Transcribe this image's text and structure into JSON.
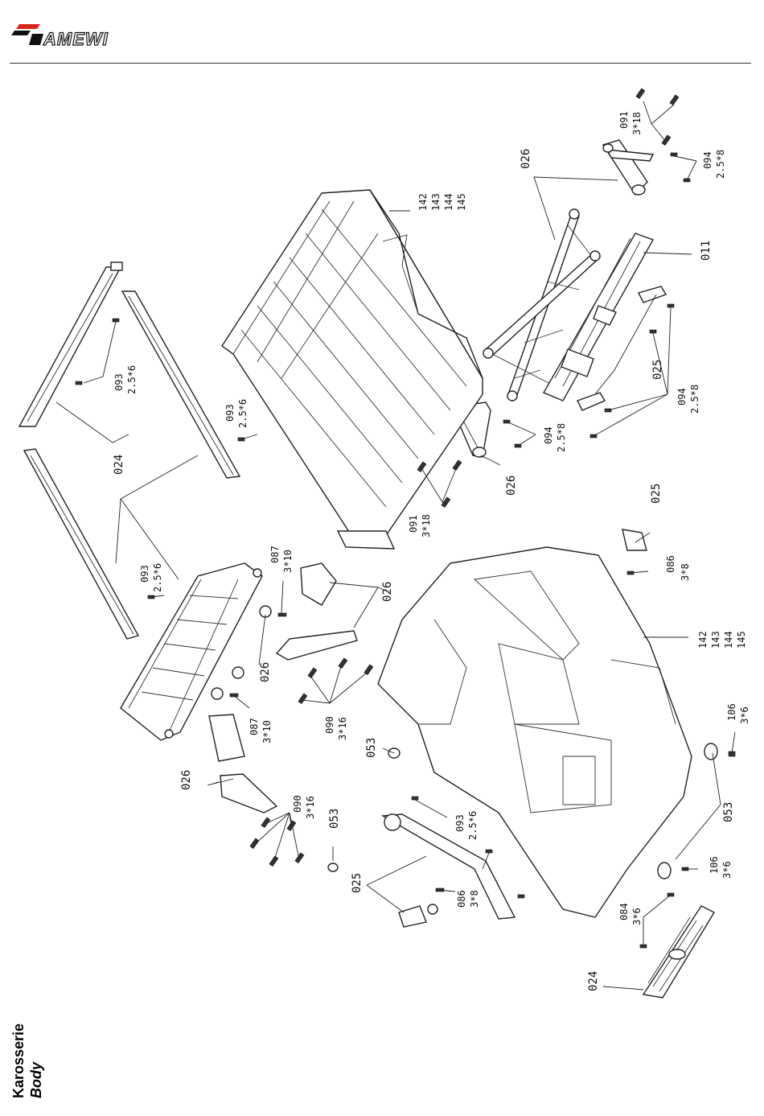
{
  "brand": {
    "logo_text": "AMEWI",
    "accent_color": "#d9261c"
  },
  "title": {
    "german": "Karosserie",
    "english": "Body"
  },
  "callouts": {
    "c011": "011",
    "c024_top": "024",
    "c024_bottom": "024",
    "c025_right": "025",
    "c025_mid": "025",
    "c025_left": "025",
    "c026_top": "026",
    "c026_mid": "026",
    "c026_center": "026",
    "c026_bracket": "026",
    "c026_left": "026",
    "c053_center": "053",
    "c053_left": "053",
    "c053_right": "053",
    "c084": "084",
    "c086_right": "086",
    "c086_left": "086",
    "c087_top": "087",
    "c087_bottom": "087",
    "c090_center": "090",
    "c090_left": "090",
    "c091_top": "091",
    "c091_mid": "091",
    "c093_a": "093",
    "c093_b": "093",
    "c093_c": "093",
    "c093_d": "093",
    "c094_top": "094",
    "c094_mid": "094",
    "c094_center": "094",
    "c106_a": "106",
    "c106_b": "106",
    "c142_top": "142",
    "c143_top": "143",
    "c144_top": "144",
    "c145_top": "145",
    "c142_cab": "142",
    "c143_cab": "143",
    "c144_cab": "144",
    "c145_cab": "145"
  },
  "sizes": {
    "s3x18_top": "3*18",
    "s25x8_top": "2.5*8",
    "s25x8_mid": "2.5*8",
    "s25x8_center": "2.5*8",
    "s25x6_a": "2.5*6",
    "s25x6_b": "2.5*6",
    "s25x6_c": "2.5*6",
    "s25x6_d": "2.5*6",
    "s3x18_mid": "3*18",
    "s3x10_top": "3*10",
    "s3x10_bottom": "3*10",
    "s3x16_center": "3*16",
    "s3x16_left": "3*16",
    "s3x8_right": "3*8",
    "s3x8_left": "3*8",
    "s3x6_a": "3*6",
    "s3x6_b": "3*6",
    "s3x6_c": "3*6"
  }
}
